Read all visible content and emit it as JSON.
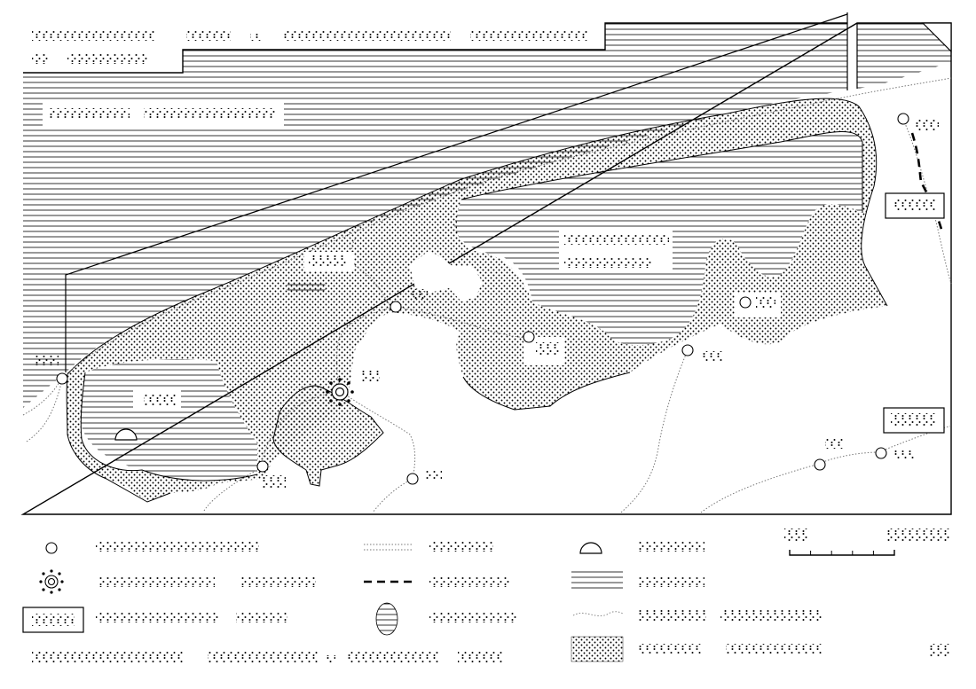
{
  "map": {
    "kind": "tactile-braille-map",
    "title_text": "",
    "labels_are_braille_only": true,
    "colors": {
      "ink": "#000000",
      "paper": "#ffffff",
      "path": "#666666"
    }
  },
  "map_markers": [
    {
      "type": "point",
      "icon": "circle-marker-icon"
    },
    {
      "type": "you-are-here",
      "icon": "sun-marker-icon"
    },
    {
      "type": "building",
      "icon": "half-disc-icon"
    }
  ],
  "legend": {
    "rows": [
      {
        "symbol": "circle-marker-icon"
      },
      {
        "symbol": "sun-marker-icon"
      },
      {
        "symbol": "framed-label-icon"
      },
      {
        "symbol": "dotted-double-line-icon"
      },
      {
        "symbol": "dashed-line-icon"
      },
      {
        "symbol": "hatched-oval-icon"
      },
      {
        "symbol": "half-disc-icon"
      },
      {
        "symbol": "horizontal-hatch-icon"
      },
      {
        "symbol": "wavy-line-icon"
      },
      {
        "symbol": "dot-stipple-icon"
      }
    ]
  }
}
